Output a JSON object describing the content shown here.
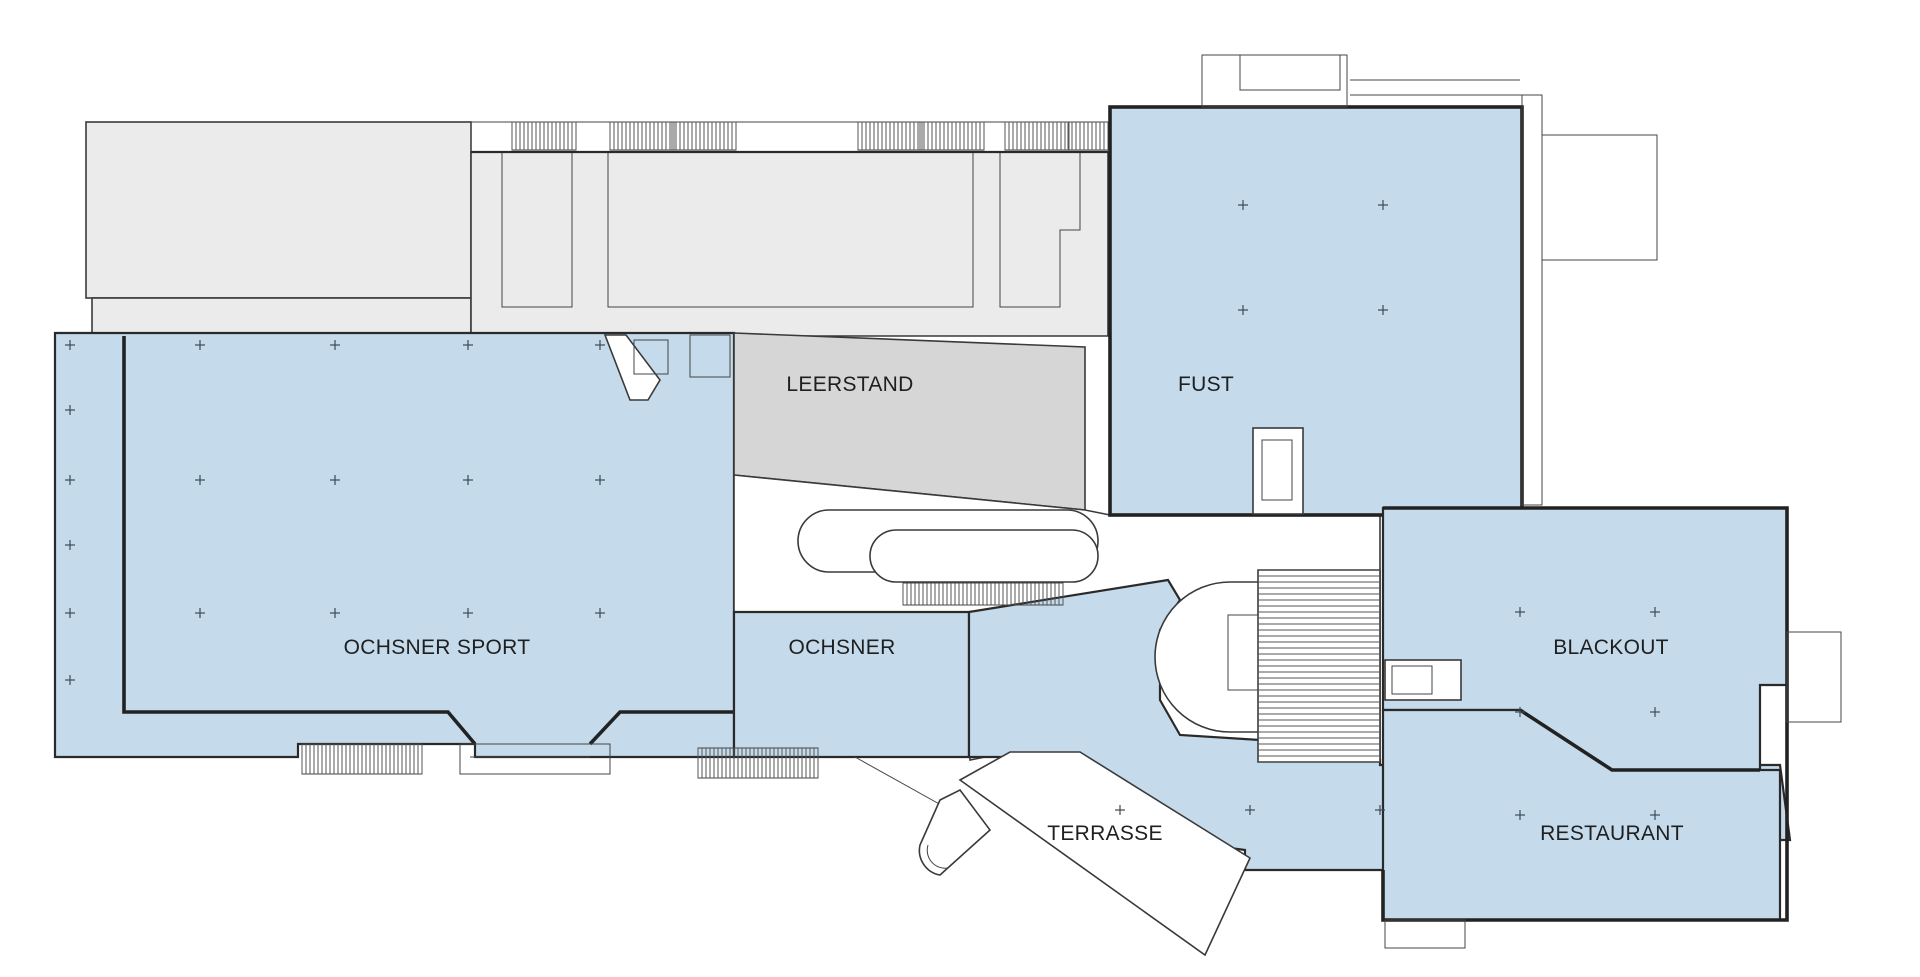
{
  "plan": {
    "colors": {
      "shop": "#c5dbeb",
      "service": "#ebebeb",
      "vacant": "#d6d6d6",
      "wall": "#2a2a2a"
    },
    "rooms": {
      "ochsner_sport": "OCHSNER SPORT",
      "leerstand": "LEERSTAND",
      "fust": "FUST",
      "ochsner": "OCHSNER",
      "blackout": "BLACKOUT",
      "restaurant": "RESTAURANT",
      "terrasse": "TERRASSE"
    }
  }
}
